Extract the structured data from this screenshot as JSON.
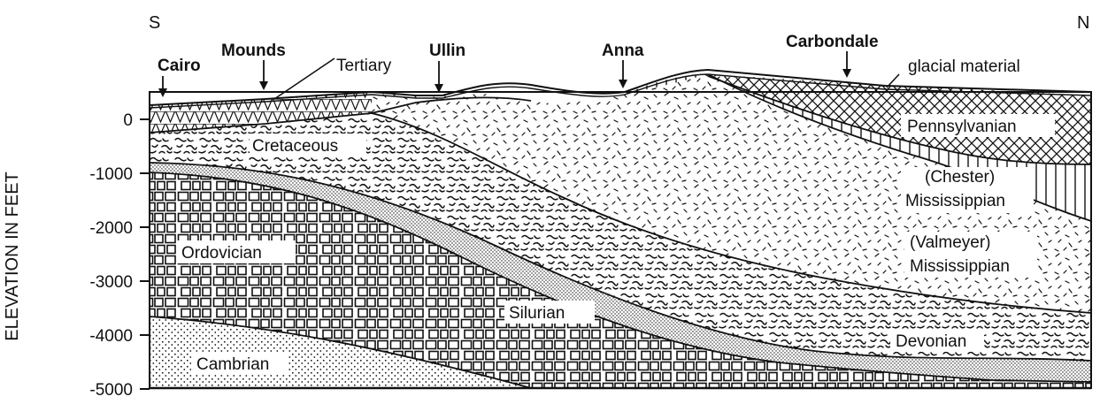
{
  "directions": {
    "south": "S",
    "north": "N"
  },
  "y_axis": {
    "label": "ELEVATION IN FEET",
    "ticks": [
      "0",
      "-1000",
      "-2000",
      "-3000",
      "-4000",
      "-5000"
    ]
  },
  "towns": [
    "Cairo",
    "Mounds",
    "Ullin",
    "Anna",
    "Carbondale"
  ],
  "units": {
    "tertiary": "Tertiary",
    "glacial": "glacial material",
    "cretaceous": "Cretaceous",
    "pennsylvanian": "Pennsylvanian",
    "chester_1": "(Chester)",
    "chester_2": "Mississippian",
    "valmeyer_1": "(Valmeyer)",
    "valmeyer_2": "Mississippian",
    "ordovician": "Ordovician",
    "silurian": "Silurian",
    "devonian": "Devonian",
    "cambrian": "Cambrian"
  }
}
